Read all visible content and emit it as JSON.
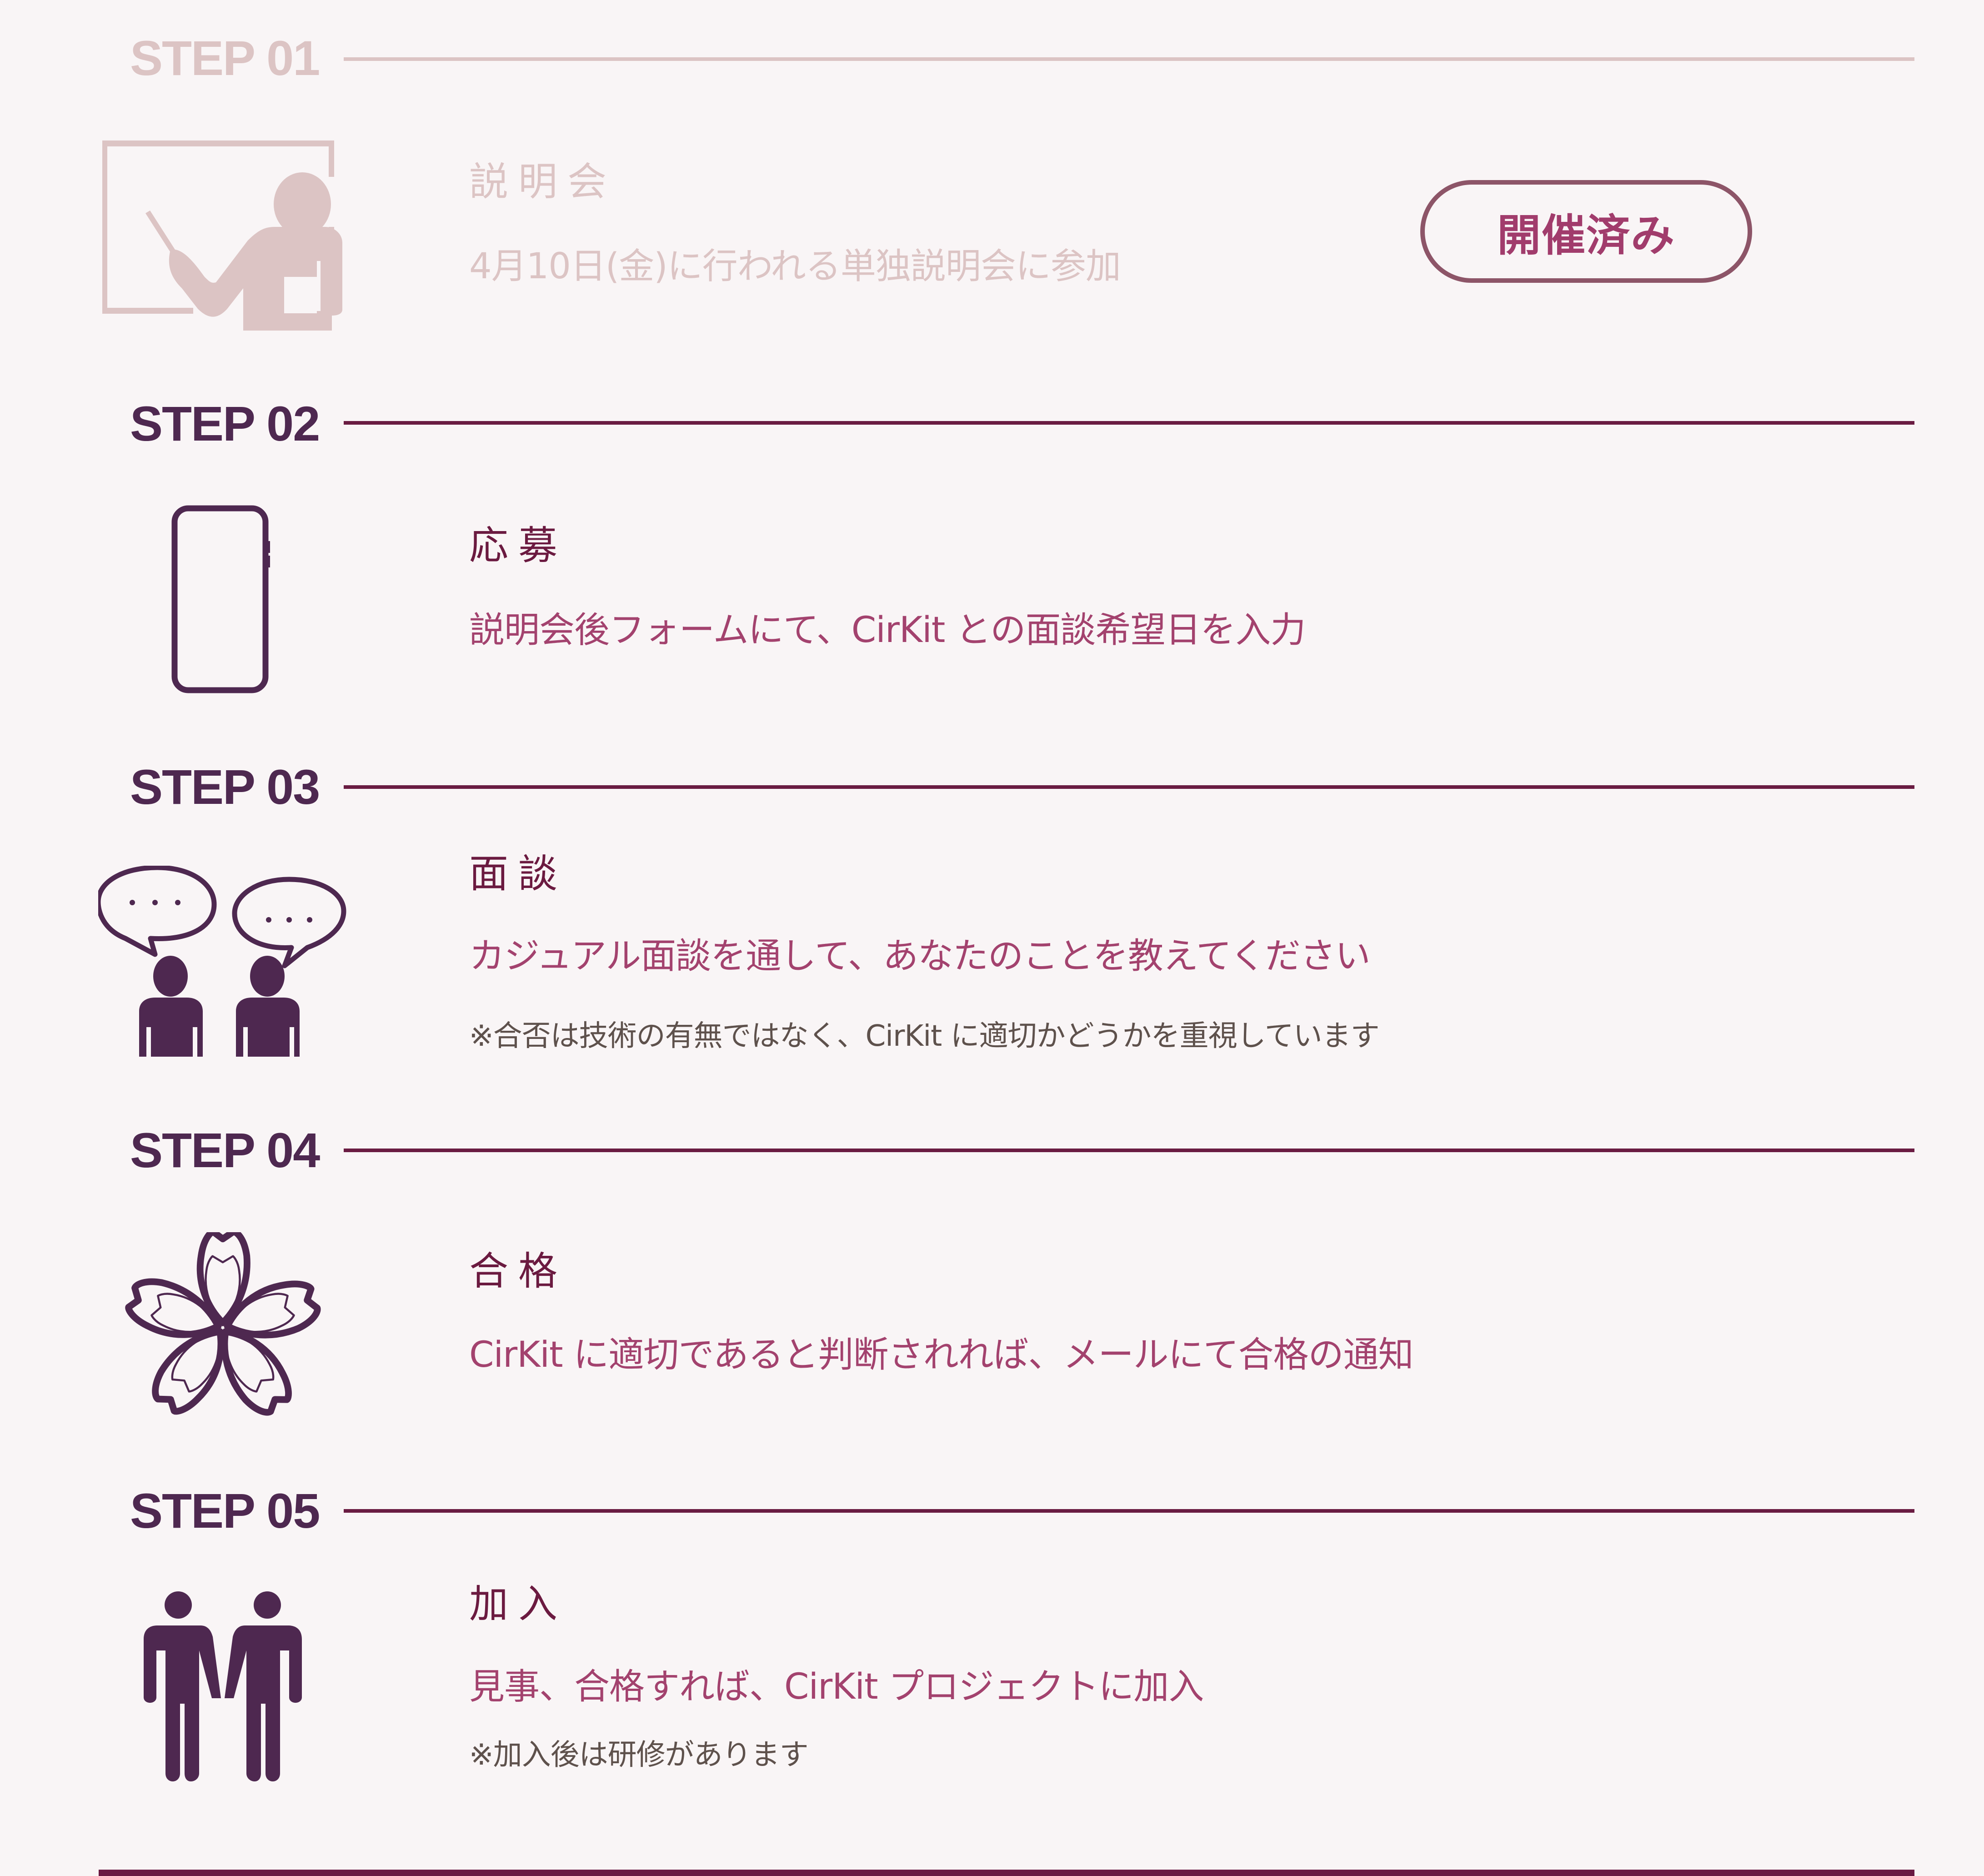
{
  "colors": {
    "background": "#f9f5f6",
    "done": "#dcc4c4",
    "step_label": "#4e2850",
    "line": "#6a1c42",
    "title": "#6b1a40",
    "description": "#a3426e",
    "note": "#5e514c",
    "icon": "#4e2850",
    "badge_border": "#8d5568",
    "badge_text": "#a13c6c"
  },
  "steps": [
    {
      "label": "STEP 01",
      "state": "done",
      "icon": "presenter-whiteboard-icon",
      "title": "説明会",
      "description": "4月10日(金)に行われる単独説明会に参加",
      "badge": "開催済み"
    },
    {
      "label": "STEP 02",
      "state": "active",
      "icon": "smartphone-icon",
      "title": "応募",
      "description": "説明会後フォームにて、CirKit との面談希望日を入力"
    },
    {
      "label": "STEP 03",
      "state": "active",
      "icon": "conversation-icon",
      "title": "面談",
      "description": "カジュアル面談を通して、あなたのことを教えてください",
      "note": "※合否は技術の有無ではなく、CirKit に適切かどうかを重視しています"
    },
    {
      "label": "STEP 04",
      "state": "active",
      "icon": "sakura-icon",
      "title": "合格",
      "description": "CirKit に適切であると判断されれば、メールにて合格の通知"
    },
    {
      "label": "STEP 05",
      "state": "active",
      "icon": "two-people-holding-hands-icon",
      "title": "加入",
      "description": "見事、合格すれば、CirKit プロジェクトに加入",
      "note": "※加入後は研修があります"
    }
  ]
}
